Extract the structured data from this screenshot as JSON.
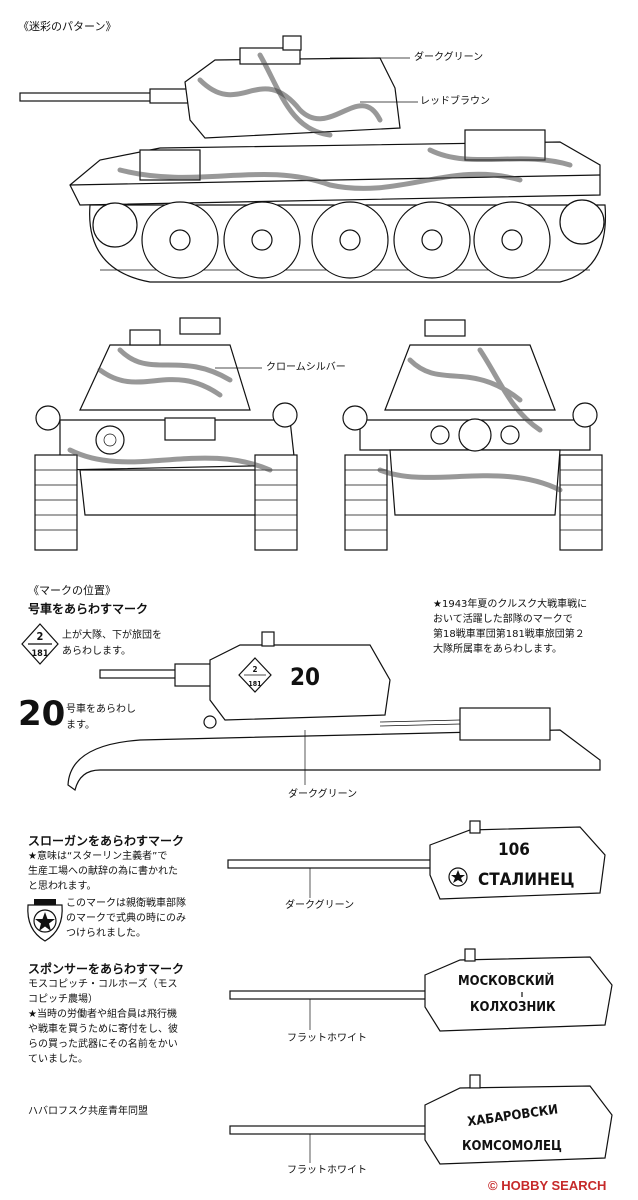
{
  "camo_section": {
    "title": "《迷彩のパターン》",
    "labels": {
      "dark_green": "ダークグリーン",
      "red_brown": "レッドブラウン",
      "chrome_silver": "クロームシルバー"
    }
  },
  "markings_section": {
    "title": "《マークの位置》",
    "vehicle_number": {
      "heading": "号車をあらわすマーク",
      "diamond_top": "2",
      "diamond_bottom": "181",
      "diamond_note_1": "上が大隊、下が旅団を",
      "diamond_note_2": "あらわします。",
      "big_number": "20",
      "number_note_1": "号車をあらわし",
      "number_note_2": "ます。",
      "turret_number": "20",
      "color_label": "ダークグリーン"
    },
    "kursk_note": [
      "★1943年夏のクルスク大戦車戦に",
      "おいて活躍した部隊のマークで",
      "第18戦車軍団第181戦車旅団第２",
      "大隊所属車をあらわします。"
    ],
    "slogan": {
      "heading": "スローガンをあらわすマーク",
      "lines": [
        "★意味は“スターリン主義者”で",
        "生産工場への献辞の為に書かれた",
        "と思われます。"
      ],
      "emblem_lines": [
        "このマークは親衛戦車部隊",
        "のマークで式典の時にのみ",
        "つけられました。"
      ],
      "turret_number": "106",
      "turret_text": "СТАЛИНЕЦ",
      "color_label": "ダークグリーン"
    },
    "sponsor": {
      "heading": "スポンサーをあらわすマーク",
      "lines": [
        "モスコピッチ・コルホーズ（モス",
        "コピッチ農場）",
        "★当時の労働者や組合員は飛行機",
        "や戦車を買うために寄付をし、彼",
        "らの買った武器にその名前をかい",
        "ていました。"
      ],
      "turret_text_1": "МОСКОВСКИЙ",
      "turret_text_2": "КОЛХОЗНИК",
      "color_label": "フラットホワイト"
    },
    "khabarovsk": {
      "caption": "ハバロフスク共産青年同盟",
      "turret_text_1": "ХАБАРОВСКИ",
      "turret_text_2": "КОМСОМОЛЕЦ",
      "color_label": "フラットホワイト"
    }
  },
  "watermark": {
    "text": "© HOBBY SEARCH"
  }
}
